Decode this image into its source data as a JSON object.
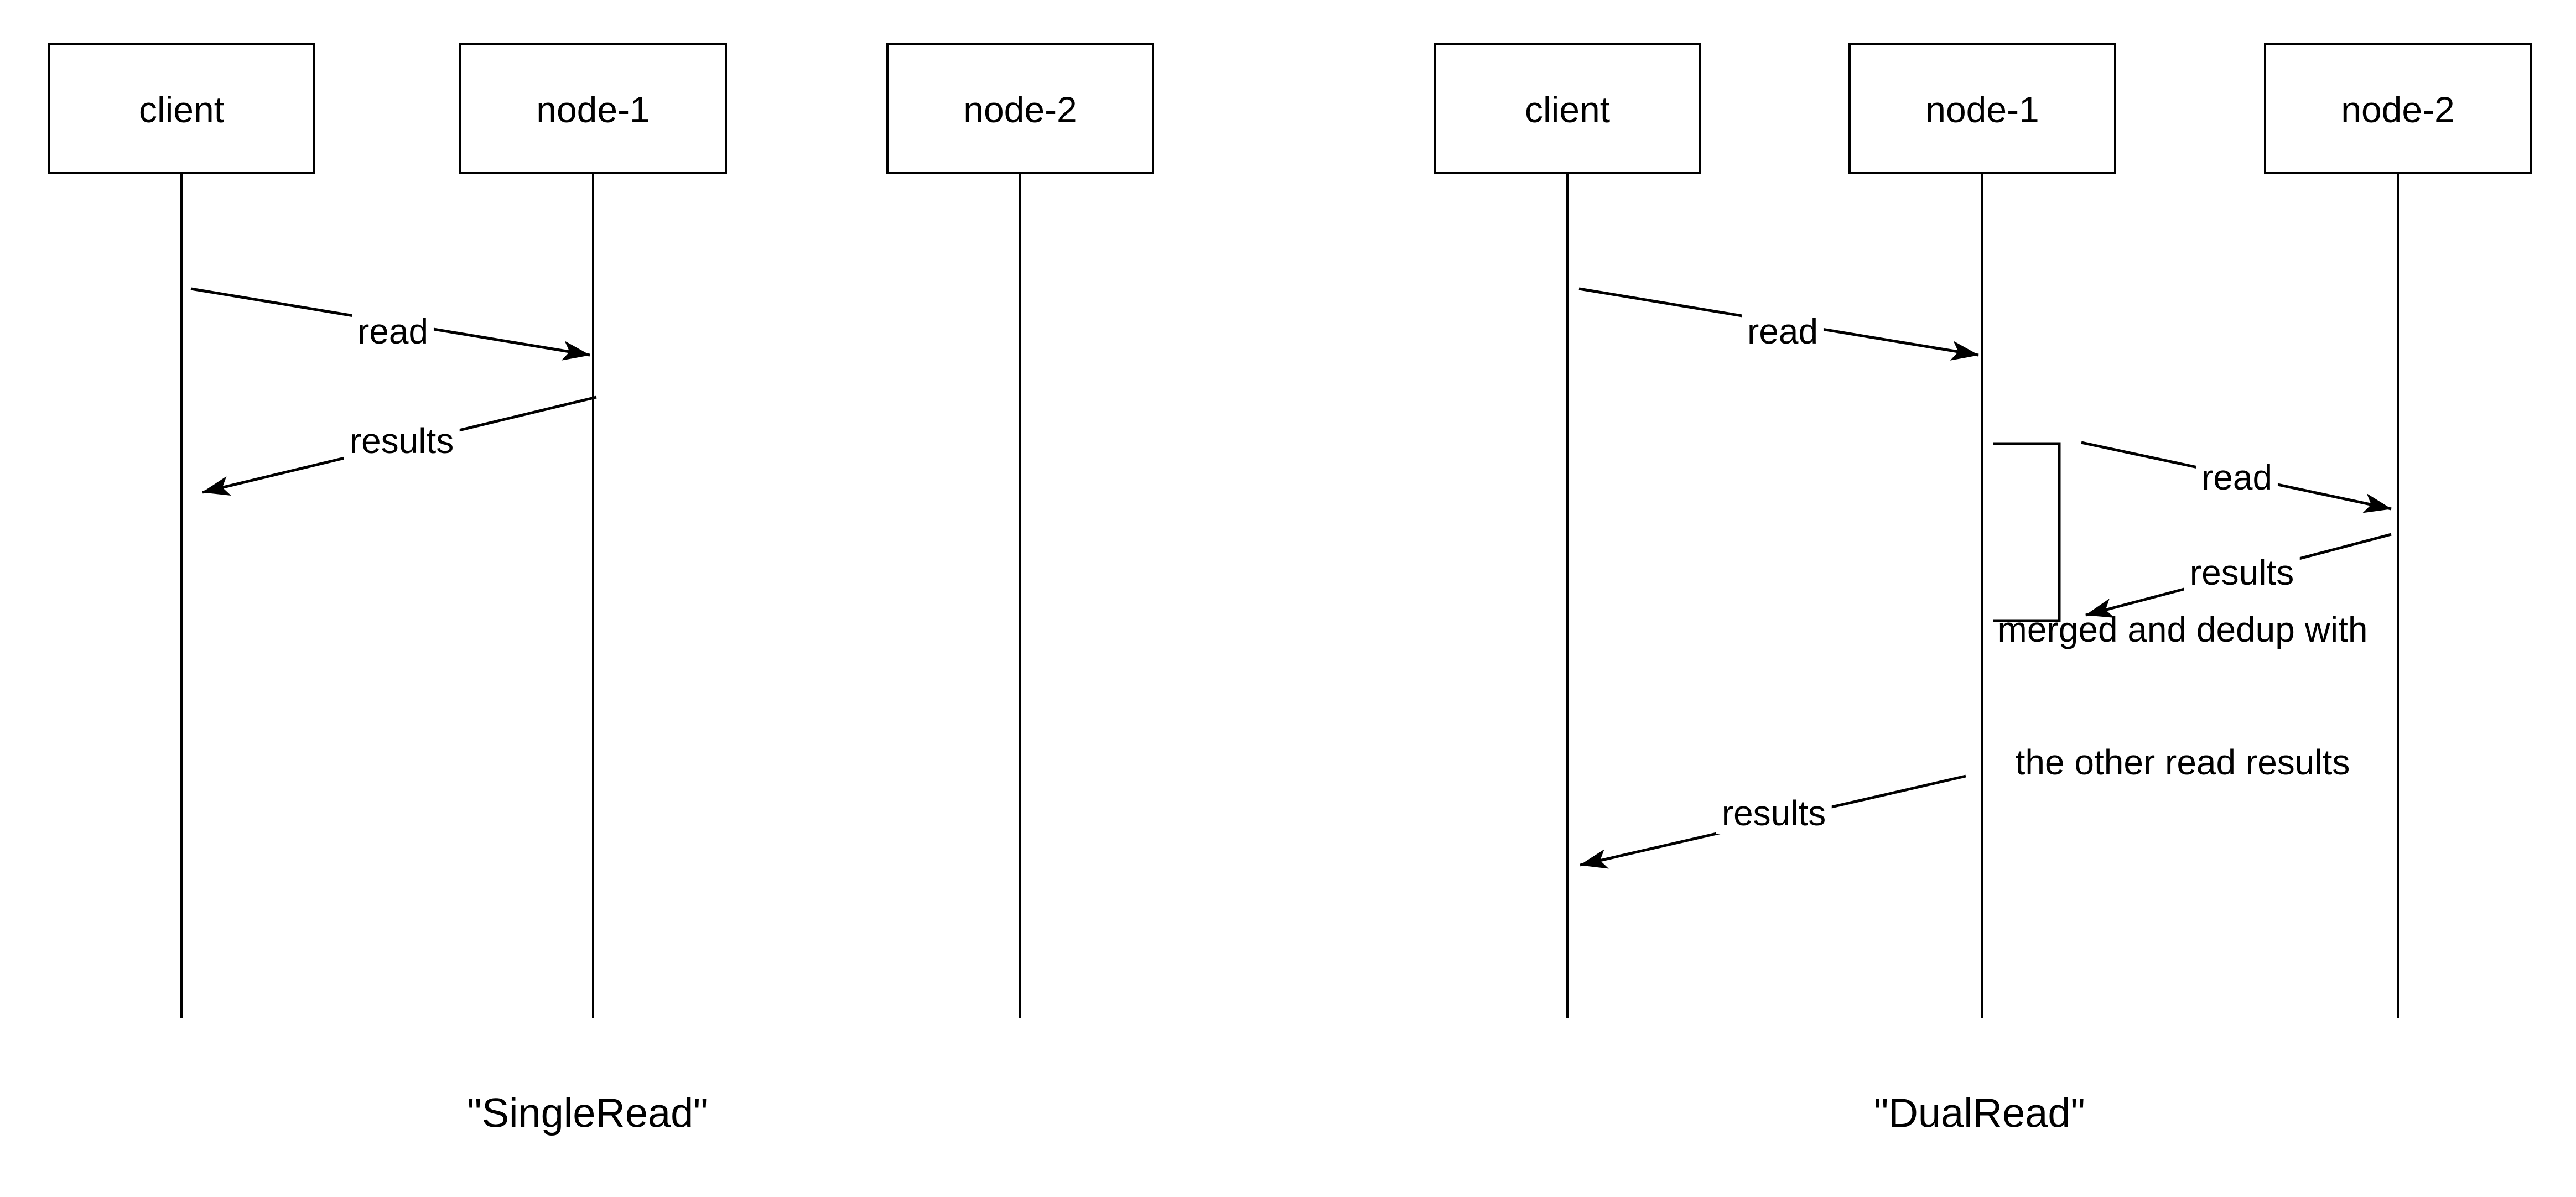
{
  "colors": {
    "background": "#ffffff",
    "stroke": "#000000",
    "text": "#000000"
  },
  "diagrams": [
    {
      "id": "single-read",
      "caption": "\"SingleRead\"",
      "actors": [
        {
          "label": "client"
        },
        {
          "label": "node-1"
        },
        {
          "label": "node-2"
        }
      ],
      "messages": [
        {
          "label": "read",
          "from": "client",
          "to": "node-1"
        },
        {
          "label": "results",
          "from": "node-1",
          "to": "client"
        }
      ]
    },
    {
      "id": "dual-read",
      "caption": "\"DualRead\"",
      "actors": [
        {
          "label": "client"
        },
        {
          "label": "node-1"
        },
        {
          "label": "node-2"
        }
      ],
      "messages": [
        {
          "label": "read",
          "from": "client",
          "to": "node-1"
        },
        {
          "label": "read",
          "from": "node-1",
          "to": "node-2"
        },
        {
          "label": "results",
          "from": "node-2",
          "to": "node-1"
        },
        {
          "label": "results",
          "from": "node-1",
          "to": "client"
        }
      ],
      "note": {
        "line1": "merged and dedup with",
        "line2": "the other read results"
      }
    }
  ]
}
